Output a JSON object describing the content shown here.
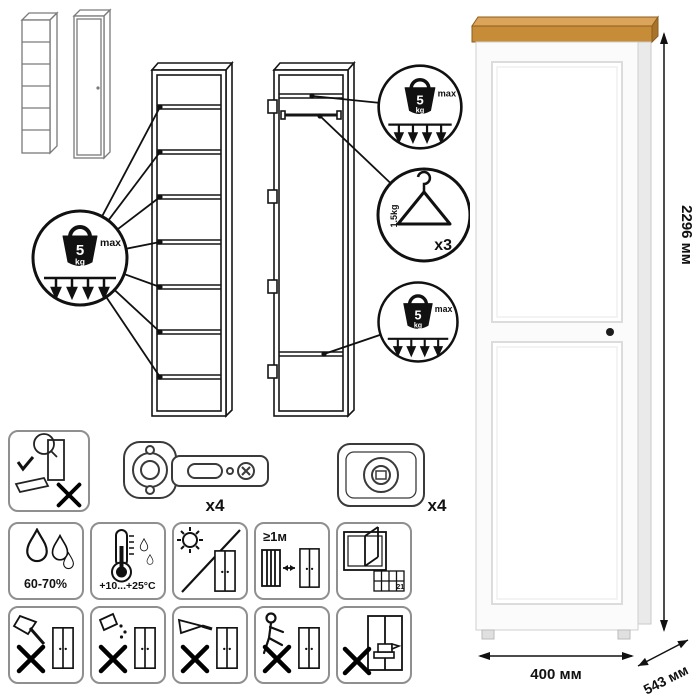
{
  "diagram": {
    "weight_limit": {
      "value": "5",
      "unit": "kg",
      "max_label": "max"
    },
    "hanger": {
      "weight": "1.5kg",
      "count": "x3"
    }
  },
  "hardware": {
    "hinge_qty": "x4",
    "support_qty": "x4"
  },
  "wardrobe": {
    "height": "2296 мм",
    "width": "400 мм",
    "depth": "543 мм"
  },
  "care": {
    "humidity": "60-70%",
    "temperature": "+10...+25°C",
    "min_distance": "≥1м",
    "radiator_label": "21"
  },
  "colors": {
    "wood": "#c78c38",
    "body": "#fbfbfb",
    "line": "#1a1a1a"
  },
  "icons": {
    "weight": "kettlebell-5kg-icon",
    "hanger": "clothes-hanger-icon",
    "hinge": "cabinet-hinge-icon",
    "support": "corner-support-icon",
    "humidity": "water-drops-icon",
    "temperature": "thermometer-icon",
    "sunlight": "no-direct-sunlight-icon",
    "distance": "keep-distance-from-heater-icon",
    "ventilation": "open-window-icon",
    "no_impact": "no-impact-axe-icon",
    "no_liquid": "no-liquids-icon",
    "no_sharp": "no-sharp-objects-icon",
    "no_push": "no-kicking-icon",
    "no_heavy": "no-heavy-load-icon"
  }
}
